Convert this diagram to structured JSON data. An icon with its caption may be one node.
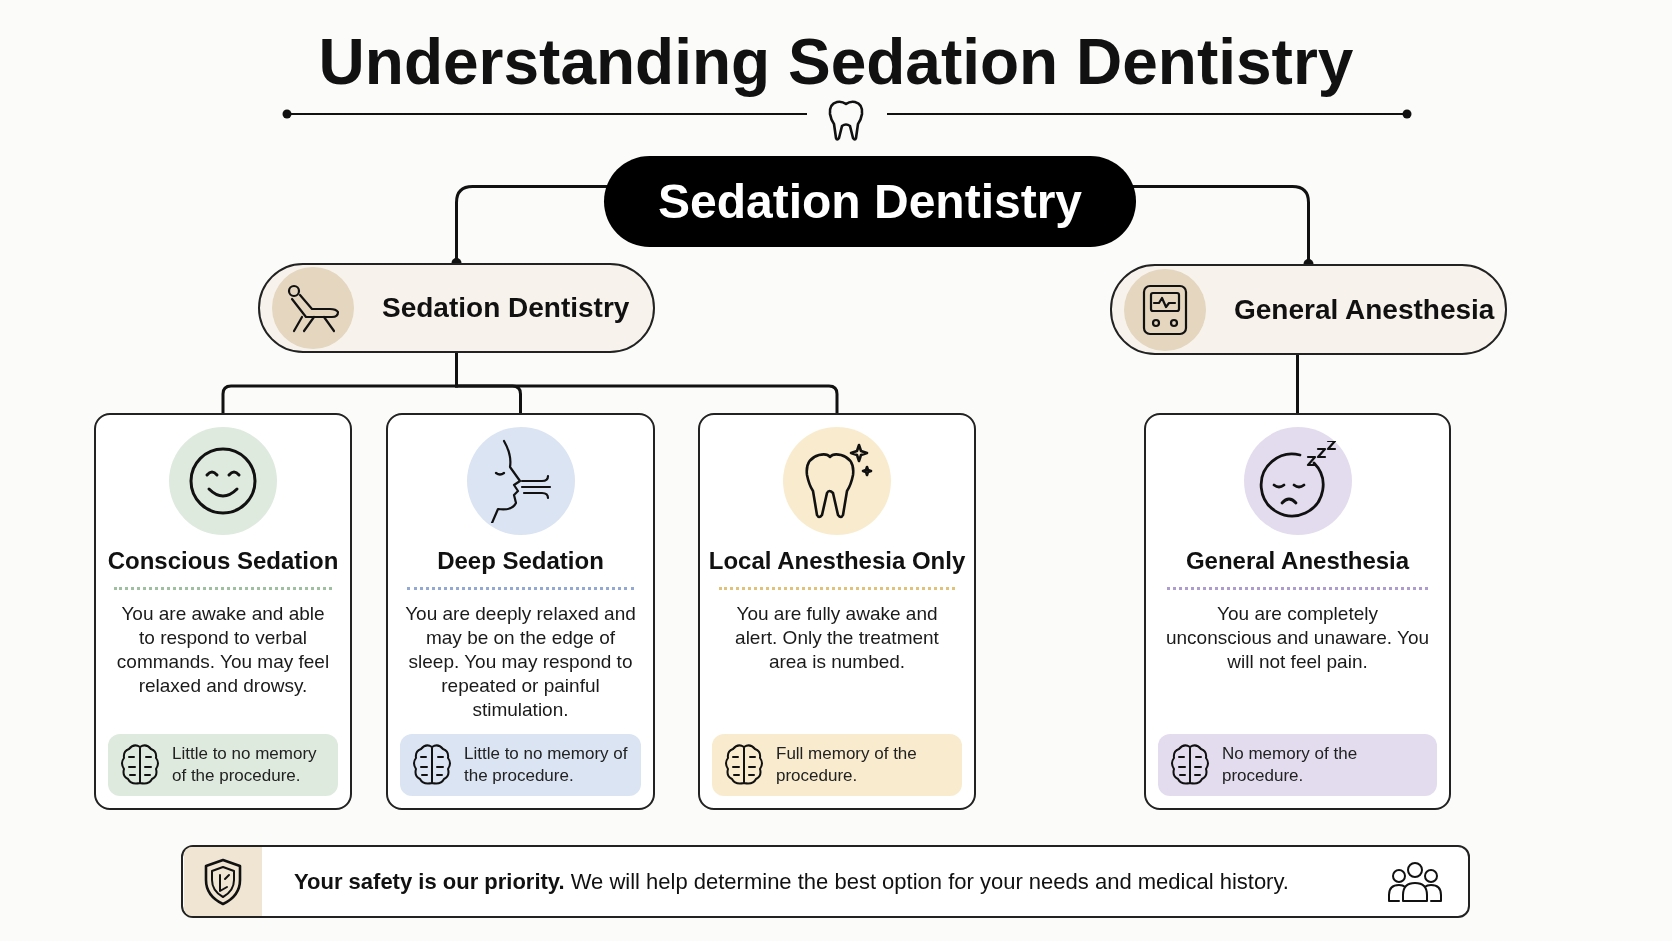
{
  "diagram": {
    "title": "Understanding Sedation Dentistry",
    "nodes": [
      {
        "text": [
          "Sedation Dentistry"
        ]
      },
      {
        "text": [
          "Sedation Dentistry"
        ]
      },
      {
        "text": [
          "General Anesthesia"
        ]
      },
      {
        "text": [
          "Conscious Sedation",
          "You are awake and able to respond to verbal commands. You may feel relaxed and drowsy."
        ]
      },
      {
        "text": [
          "Deep Sedation",
          "You are deeply relaxed and may be on the edge of sleep. You may respond to repeated or painful stimulation."
        ]
      },
      {
        "text": [
          "Local Anesthesia Only",
          "You are fully awake and alert. Only the treatment area is numbed."
        ]
      },
      {
        "text": [
          "General Anesthesia",
          "You are completely unconscious and unaware. You will not feel pain."
        ]
      },
      {
        "text": [
          "Little to no memory of the procedure."
        ],
        "in": 3
      },
      {
        "text": [
          "Little to no memory of the procedure."
        ],
        "in": 4
      },
      {
        "text": [
          "Full memory of the procedure."
        ],
        "in": 5
      },
      {
        "text": [
          "No memory of the procedure."
        ],
        "in": 6
      },
      {
        "text": [
          "**Your safety is our priority.** We will help determine the best option for your needs and medical history."
        ]
      }
    ],
    "edges": [
      {
        "from": 0,
        "to": 1,
        "arrow": "other"
      },
      {
        "from": 0,
        "to": 2,
        "arrow": "other"
      },
      {
        "from": 1,
        "to": 3,
        "arrow": "none"
      },
      {
        "from": 1,
        "to": 4,
        "arrow": "none"
      },
      {
        "from": 1,
        "to": 5,
        "arrow": "none"
      },
      {
        "from": 2,
        "to": 6,
        "arrow": "none"
      }
    ]
  }
}
